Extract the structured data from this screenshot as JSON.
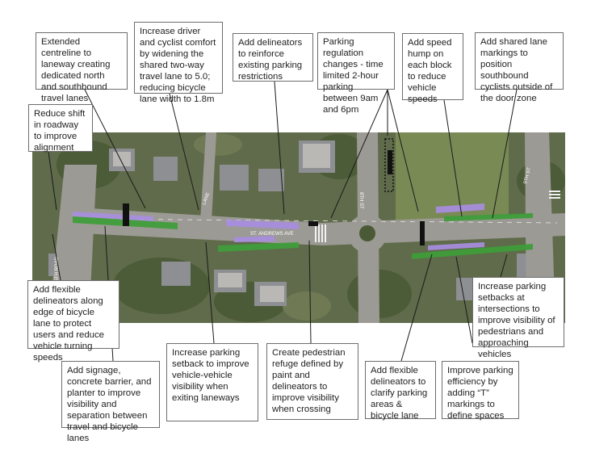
{
  "callouts": {
    "centreline": "Extended centreline to laneway creating dedicated north and southbound travel lanes",
    "comfort": "Increase driver and cyclist comfort by widening the shared two-way travel lane to 5.0; reducing bicycle lane width to 1.8m",
    "delineators_parking": "Add delineators to reinforce existing parking restrictions",
    "parking_regulation": "Parking regulation changes - time limited 2-hour parking between 9am and 6pm",
    "speed_hump": "Add speed hump on each block to reduce vehicle speeds",
    "shared_lane": "Add shared lane markings to position southbound cyclists outside of the door zone",
    "reduce_shift": "Reduce shift in roadway to improve alignment",
    "flexible_edge": "Add flexible delineators along edge of bicycle lane to protect users and reduce vehicle turning speeds",
    "setbacks_intersections": "Increase parking setbacks at intersections to improve visibility of pedestrians and approaching vehicles",
    "signage": "Add signage, concrete barrier, and planter to improve visibility and separation between travel and bicycle lanes",
    "setback_laneways": "Increase parking setback to improve vehicle-vehicle visibility when exiting laneways",
    "refuge": "Create pedestrian refuge defined by paint and delineators to improve visibility when crossing",
    "flexible_parking": "Add flexible delineators to clarify parking areas & bicycle lane",
    "t_markings": "Improve parking efficiency by adding “T” markings to define spaces"
  },
  "streets": {
    "east": "EAST 16TH ROAD",
    "andrews": "ST. ANDREWS AVE",
    "lane": "LANE",
    "eighth": "8TH ST",
    "ninth": "9TH ST"
  },
  "colors": {
    "bike_lane": "#3f9d3a",
    "parking": "#a88ee0",
    "leader": "#1a1a1a"
  }
}
